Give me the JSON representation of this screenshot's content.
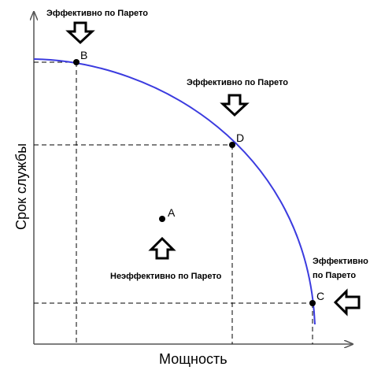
{
  "axes": {
    "x_label": "Мощность",
    "y_label": "Срок службы"
  },
  "points": {
    "a": "A",
    "b": "B",
    "c": "C",
    "d": "D"
  },
  "annotations": {
    "efficient_top": "Эффективно по Парето",
    "efficient_mid": "Эффективно по Парето",
    "efficient_right_line1": "Эффективно",
    "efficient_right_line2": "по Парето",
    "inefficient": "Неэффективно по Парето"
  },
  "colors": {
    "frontier": "#3b3bdf",
    "axis": "#555555",
    "guides": "#000000"
  }
}
